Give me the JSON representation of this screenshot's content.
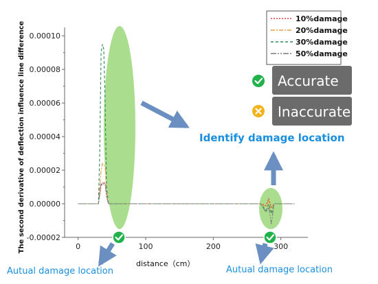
{
  "chart_data": {
    "type": "line",
    "xlabel": "distance（cm）",
    "ylabel": "The second derivative of deflection influence line difference",
    "xlim": [
      -20,
      340
    ],
    "ylim": [
      -2e-05,
      0.000105
    ],
    "x_ticks": [
      0,
      100,
      200,
      300
    ],
    "x_tick_labels": [
      "0",
      "100",
      "200",
      "300"
    ],
    "y_ticks": [
      -2e-05,
      0.0,
      2e-05,
      4e-05,
      6e-05,
      8e-05,
      0.0001
    ],
    "y_tick_labels": [
      "-0.00002",
      "0.00000",
      "0.00002",
      "0.00004",
      "0.00006",
      "0.00008",
      "0.00010"
    ],
    "grid": false,
    "legend_position": "top-right",
    "series": [
      {
        "name": "10%damage",
        "color": "#d23b3b",
        "dash": "2,2",
        "x": [
          0,
          20,
          30,
          32,
          34,
          36,
          38,
          40,
          42,
          45,
          60,
          120,
          200,
          270,
          278,
          282,
          286,
          290,
          300,
          320
        ],
        "y": [
          0.0,
          0.0,
          0.0,
          5e-06,
          1.1e-05,
          1.2e-05,
          1.3e-05,
          1.2e-05,
          4e-06,
          0.0,
          0.0,
          0.0,
          0.0,
          0.0,
          -1e-06,
          3e-06,
          -2e-06,
          0.0,
          0.0,
          0.0
        ]
      },
      {
        "name": "20%damage",
        "color": "#e89a3c",
        "dash": "6,2,2,2",
        "x": [
          0,
          20,
          30,
          32,
          34,
          36,
          38,
          40,
          42,
          45,
          60,
          120,
          200,
          270,
          278,
          282,
          286,
          290,
          300,
          320
        ],
        "y": [
          0.0,
          0.0,
          0.0,
          1e-05,
          2e-05,
          2.4e-05,
          2.3e-05,
          2.2e-05,
          8e-06,
          0.0,
          0.0,
          0.0,
          0.0,
          0.0,
          -2e-06,
          2e-06,
          -4e-06,
          0.0,
          0.0,
          0.0
        ]
      },
      {
        "name": "30%damage",
        "color": "#2e8b57",
        "dash": "4,3",
        "x": [
          0,
          20,
          30,
          32,
          34,
          36,
          38,
          40,
          42,
          45,
          60,
          120,
          200,
          270,
          278,
          282,
          286,
          290,
          300,
          320
        ],
        "y": [
          0.0,
          0.0,
          0.0,
          3e-05,
          9e-05,
          9.5e-05,
          9.2e-05,
          6e-05,
          1e-05,
          0.0,
          0.0,
          0.0,
          0.0,
          0.0,
          -4e-06,
          0.0,
          -6e-06,
          0.0,
          0.0,
          0.0
        ]
      },
      {
        "name": "50%damage",
        "color": "#7a7a7a",
        "dash": "8,2,2,2,2,2",
        "x": [
          0,
          20,
          30,
          32,
          34,
          36,
          38,
          40,
          42,
          45,
          60,
          120,
          200,
          270,
          278,
          282,
          286,
          290,
          300,
          320
        ],
        "y": [
          0.0,
          0.0,
          0.0,
          6e-06,
          1.2e-05,
          1.1e-05,
          1.2e-05,
          1.2e-05,
          5e-06,
          0.0,
          0.0,
          0.0,
          0.0,
          0.0,
          -5e-06,
          -2e-06,
          -1.2e-05,
          0.0,
          0.0,
          0.0
        ]
      }
    ],
    "annotations": {
      "accurate": "Accurate",
      "inaccurate": "Inaccurate",
      "identify": "Identify damage location",
      "actual_left": "Autual damage location",
      "actual_right": "Autual damage location"
    },
    "colors": {
      "highlight": "#8fd16a",
      "arrow": "#6a8fc0",
      "callout_bg": "#6b6b6b",
      "check": "#22b24c",
      "cross": "#f2b21b",
      "caption": "#1a8fe0"
    }
  }
}
